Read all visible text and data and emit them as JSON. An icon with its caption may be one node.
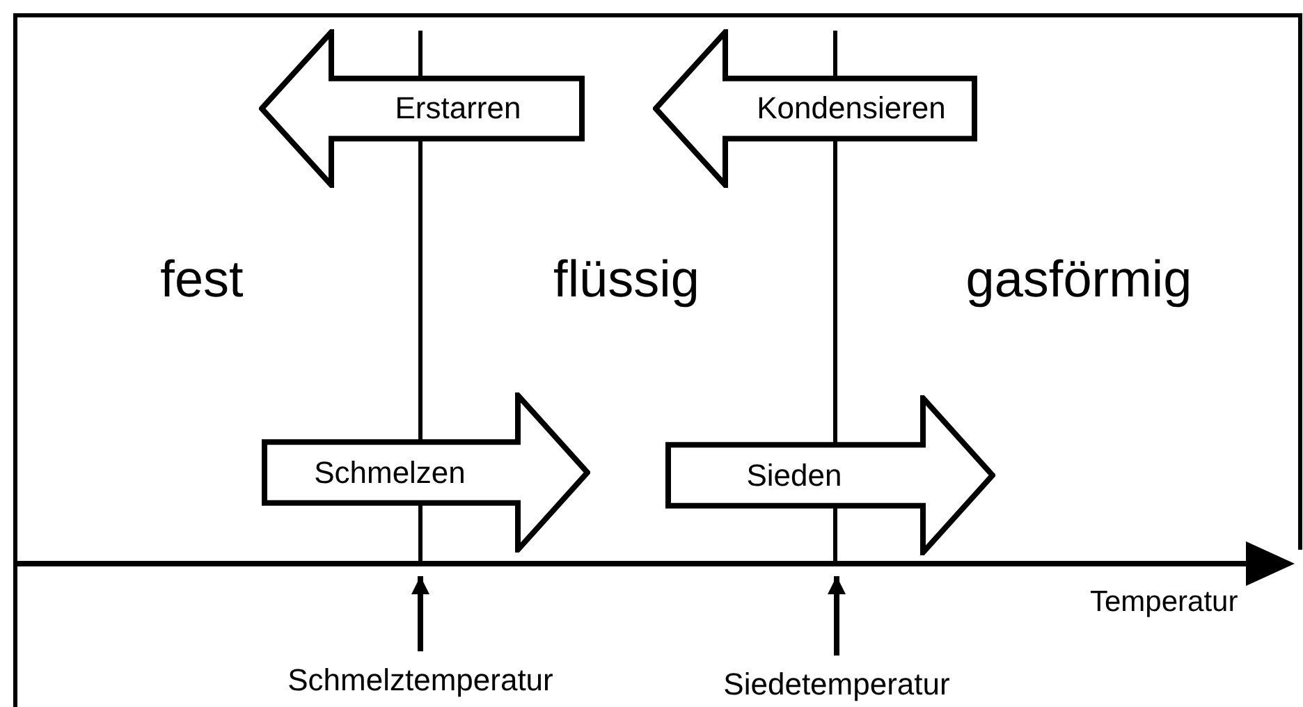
{
  "diagram": {
    "nodes": [
      {
        "text": [
          "fest"
        ]
      },
      {
        "text": [
          "flüssig"
        ]
      },
      {
        "text": [
          "gasförmig"
        ]
      },
      {
        "text": [
          "Erstarren"
        ]
      },
      {
        "text": [
          "Kondensieren"
        ]
      },
      {
        "text": [
          "Schmelzen"
        ]
      },
      {
        "text": [
          "Sieden"
        ]
      },
      {
        "text": [
          "Schmelztemperatur"
        ]
      },
      {
        "text": [
          "Siedetemperatur"
        ]
      }
    ],
    "edges": [
      {
        "from": 7,
        "to": null,
        "arrow": "to"
      },
      {
        "from": 8,
        "to": null,
        "arrow": "to"
      }
    ],
    "labels": [
      "Temperatur"
    ]
  }
}
